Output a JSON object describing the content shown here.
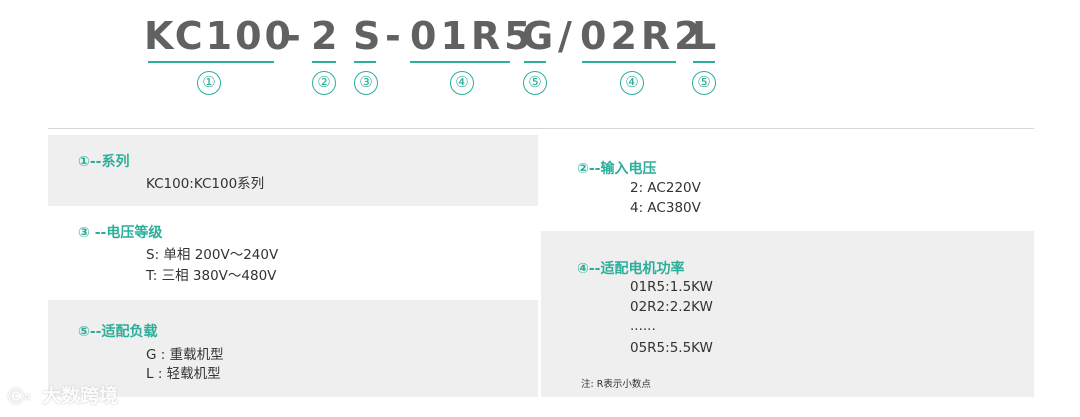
{
  "model_code": {
    "part1": "KC100",
    "dash1": "-",
    "part2": "2",
    "part3": "S",
    "dash2": "-",
    "part4a": "01R5",
    "part5a": "G",
    "slash": "/",
    "part4b": "02R2",
    "part5b": "L"
  },
  "markers": {
    "m1": "①",
    "m2": "②",
    "m3": "③",
    "m4a": "④",
    "m5a": "⑤",
    "m4b": "④",
    "m5b": "⑤"
  },
  "sections": {
    "series": {
      "title": "①--系列",
      "lines": [
        "KC100:KC100系列"
      ]
    },
    "voltage_class": {
      "title": "③ --电压等级",
      "lines": [
        "S: 单相 200V～240V",
        "T: 三相 380V～480V"
      ]
    },
    "load": {
      "title": "⑤--适配负载",
      "lines": [
        "G : 重载机型",
        "L : 轻载机型"
      ]
    },
    "input_voltage": {
      "title": "②--输入电压",
      "lines": [
        "2:  AC220V",
        "4:  AC380V"
      ]
    },
    "motor_power": {
      "title": "④--适配电机功率",
      "lines": [
        "01R5:1.5KW",
        "02R2:2.2KW",
        "......",
        "05R5:5.5KW"
      ],
      "note": "注: R表示小数点"
    }
  },
  "watermark": "大数跨境"
}
